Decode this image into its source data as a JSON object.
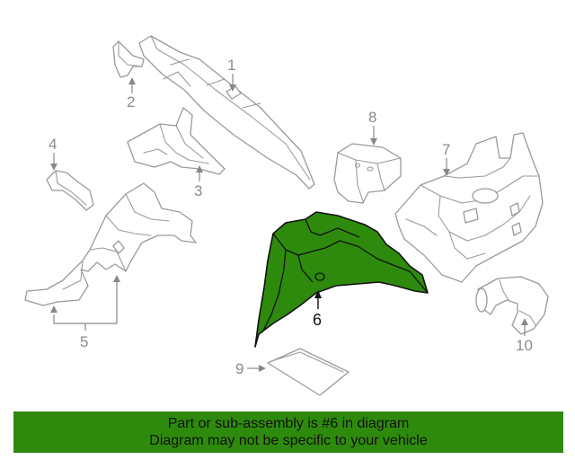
{
  "diagram": {
    "callouts": {
      "c1": "1",
      "c2": "2",
      "c3": "3",
      "c4": "4",
      "c5": "5",
      "c6": "6",
      "c7": "7",
      "c8": "8",
      "c9": "9",
      "c10": "10"
    },
    "highlighted_part": "6",
    "colors": {
      "highlight": "#2e8a0c",
      "outline": "#9a9a9a",
      "banner": "#2e8a0c"
    }
  },
  "banner": {
    "line1": "Part or sub-assembly is #6 in diagram",
    "line2": "Diagram may not be specific to your vehicle"
  }
}
